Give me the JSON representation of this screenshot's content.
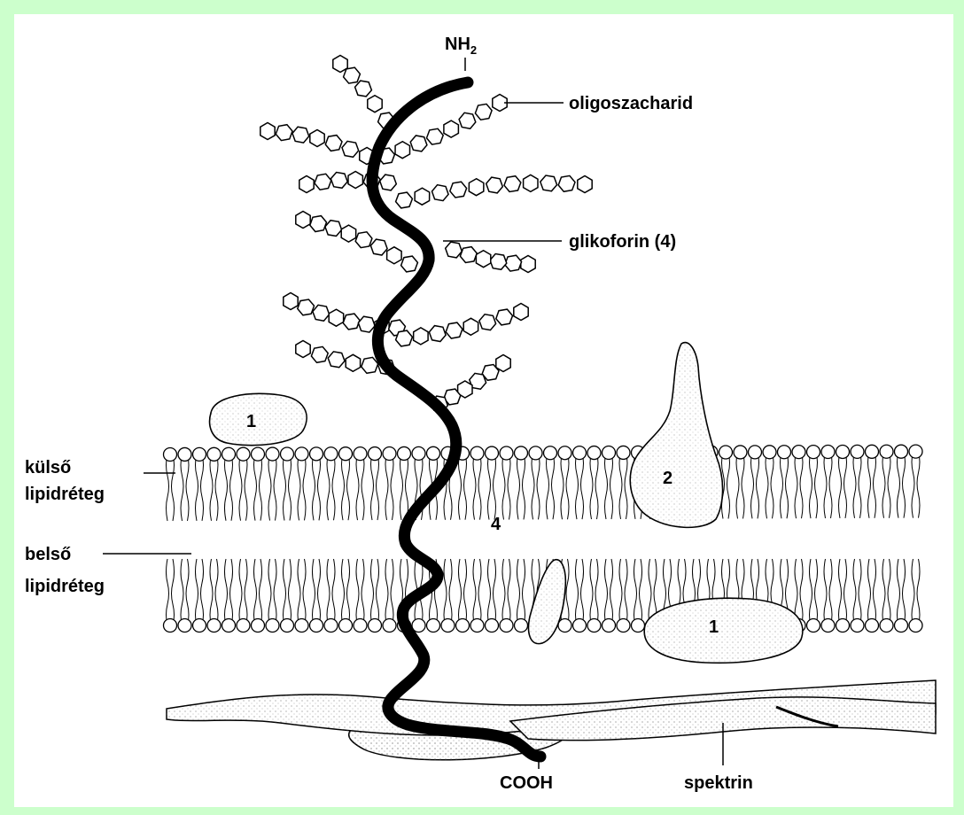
{
  "labels": {
    "nh2_main": "NH",
    "nh2_sub": "2",
    "oligosaccharide": "oligoszacharid",
    "glycophorin": "glikoforin (4)",
    "outer_1": "külső",
    "outer_2": "lipidréteg",
    "inner_1": "belső",
    "inner_2": "lipidréteg",
    "protein_1_top": "1",
    "protein_2": "2",
    "protein_4": "4",
    "protein_1_bottom": "1",
    "cooh": "COOH",
    "spectrin": "spektrin"
  },
  "colors": {
    "background": "#ccffcc",
    "panel": "#ffffff",
    "ink": "#000000"
  }
}
